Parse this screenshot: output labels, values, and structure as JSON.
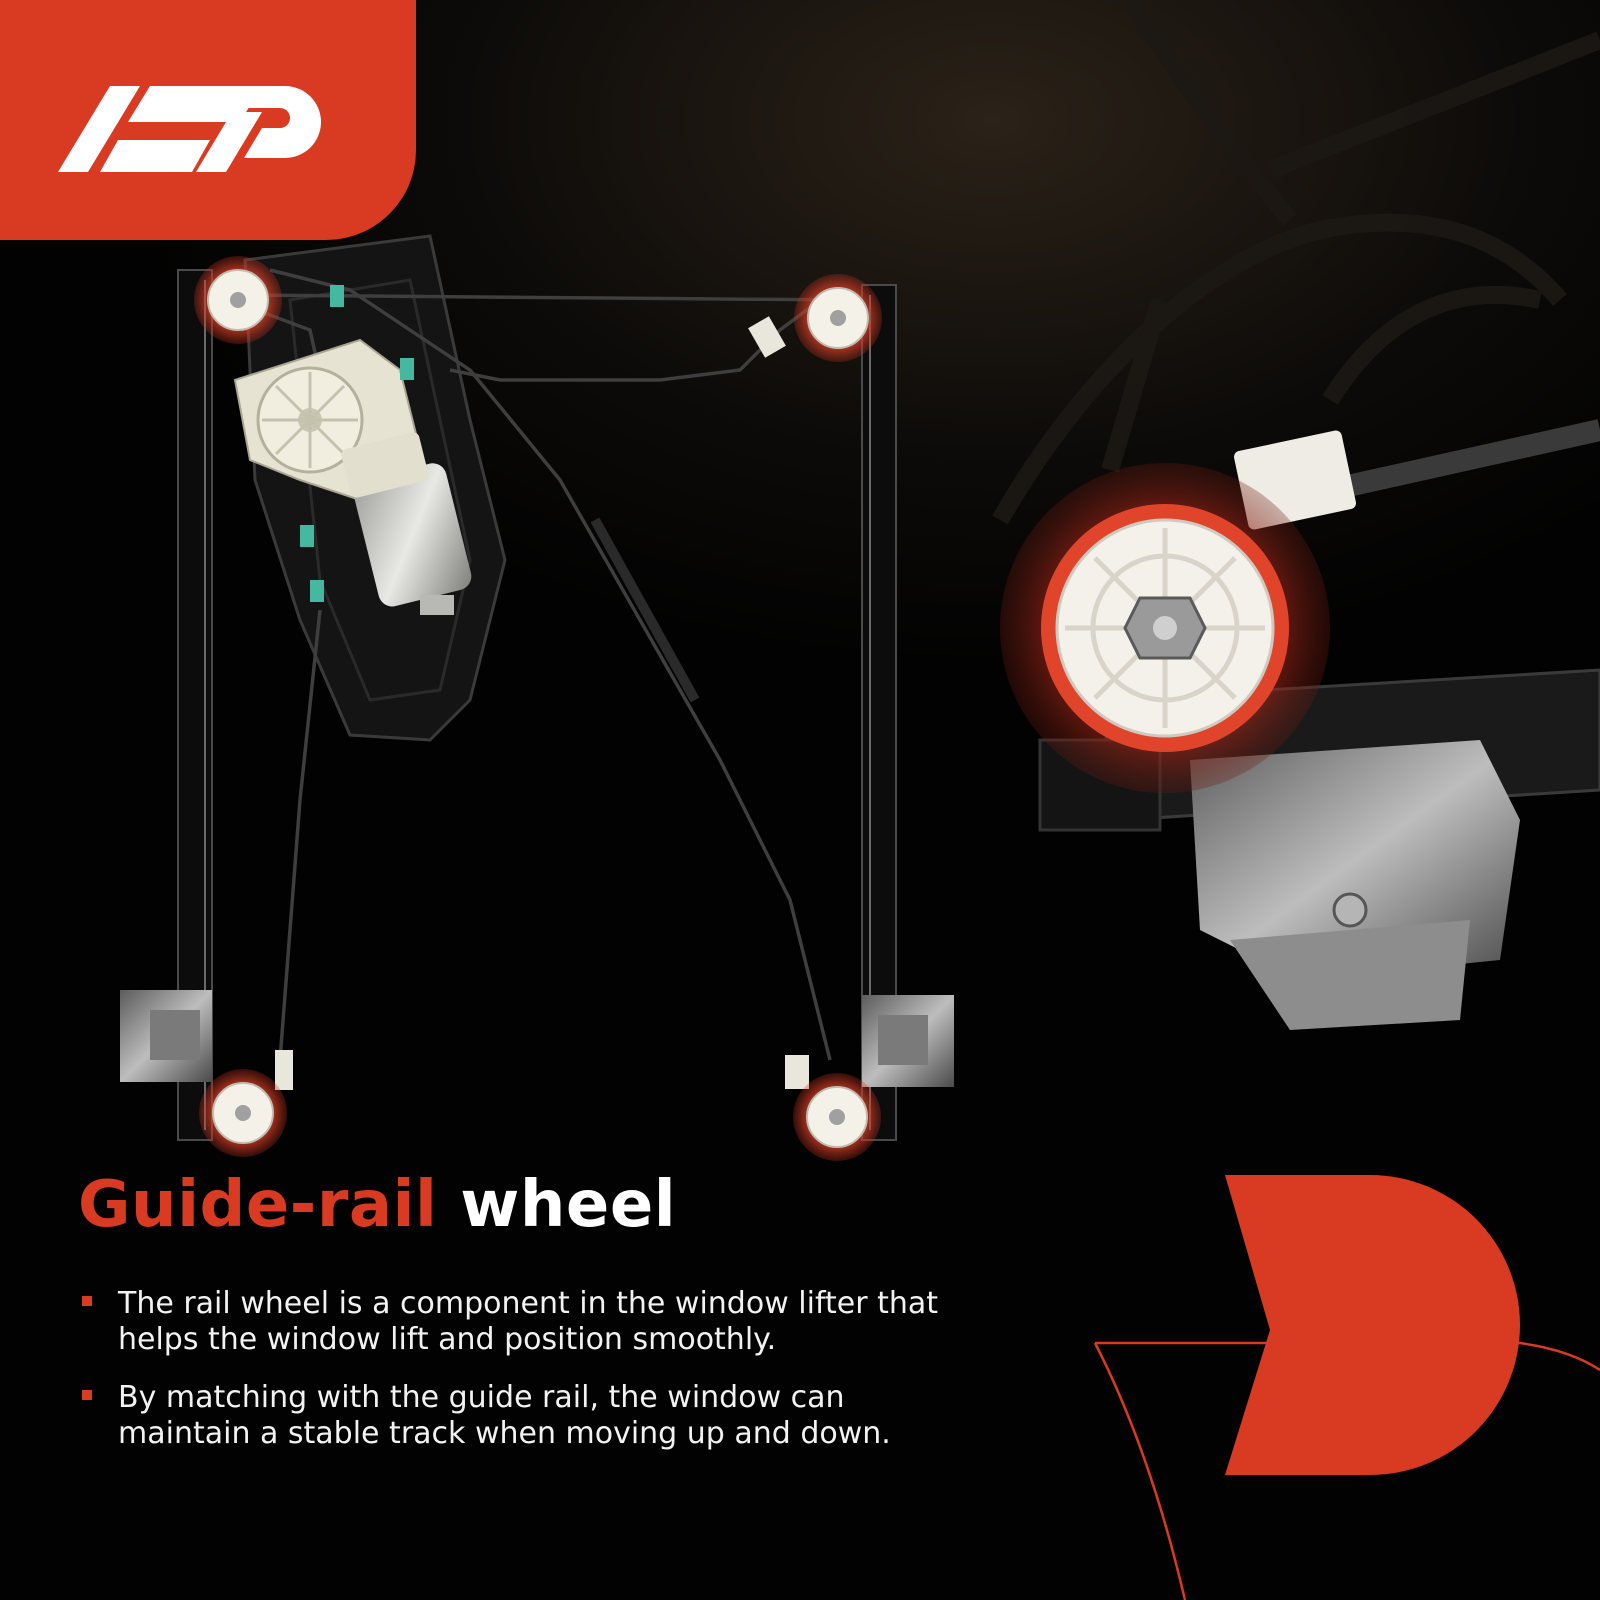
{
  "brand": {
    "logo_text": "AP",
    "accent_color": "#d83a22"
  },
  "headline": {
    "accent": "Guide-rail",
    "rest": "wheel"
  },
  "bullets": [
    "The rail wheel is a component in the window lifter that helps the window lift and position smoothly.",
    "By matching with the guide rail, the window can maintain a stable track when moving up and down."
  ]
}
